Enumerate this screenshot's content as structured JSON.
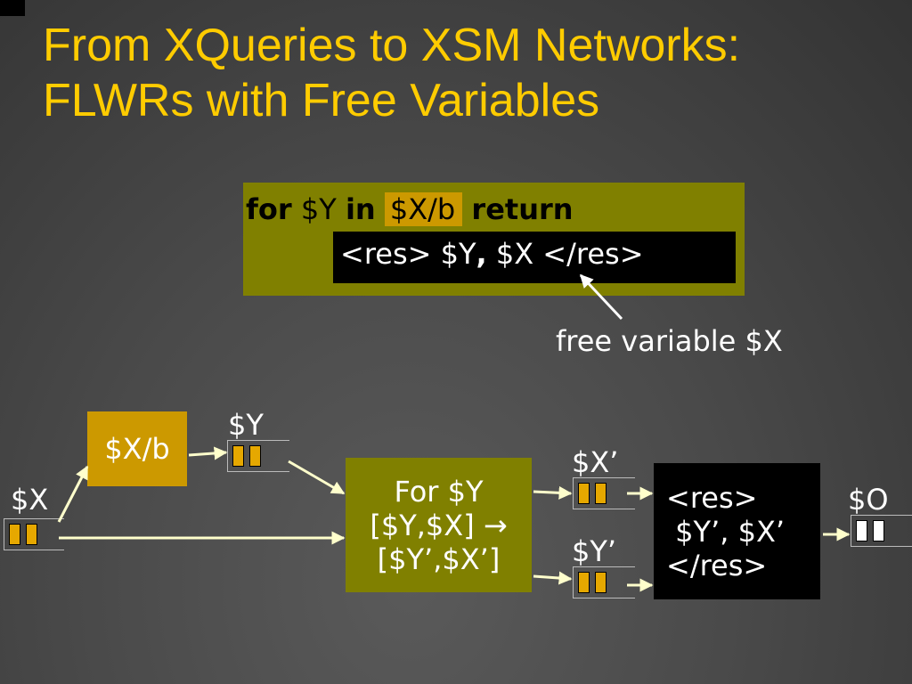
{
  "slide": {
    "title_line1": "From XQueries to XSM Networks:",
    "title_line2": "FLWRs with Free Variables"
  },
  "query": {
    "kw_for": "for",
    "var_y": " $Y ",
    "kw_in": "in",
    "path": "$X/b",
    "kw_return": "return",
    "body_pre": "<res> $Y",
    "body_comma": ",",
    "body_post": " $X </res>"
  },
  "annotation": {
    "text": "free variable $X"
  },
  "network": {
    "input_label": "$X",
    "path_node": "$X/b",
    "y_label": "$Y",
    "for_node": {
      "line1": "For $Y",
      "line2": "[$Y,$X] →",
      "line3": "[$Y’,$X’]"
    },
    "xprime_label": "$X’",
    "yprime_label": "$Y’",
    "res_node": {
      "line1": "<res>",
      "line2": " $Y’, $X’",
      "line3": "</res>"
    },
    "output_label": "$O"
  },
  "colors": {
    "title": "#ffcc00",
    "olive_box": "#808000",
    "highlight": "#cc9900",
    "queue_fill": "#e6a800",
    "queue_empty": "#ffffff",
    "arrow": "#ffffcc"
  }
}
